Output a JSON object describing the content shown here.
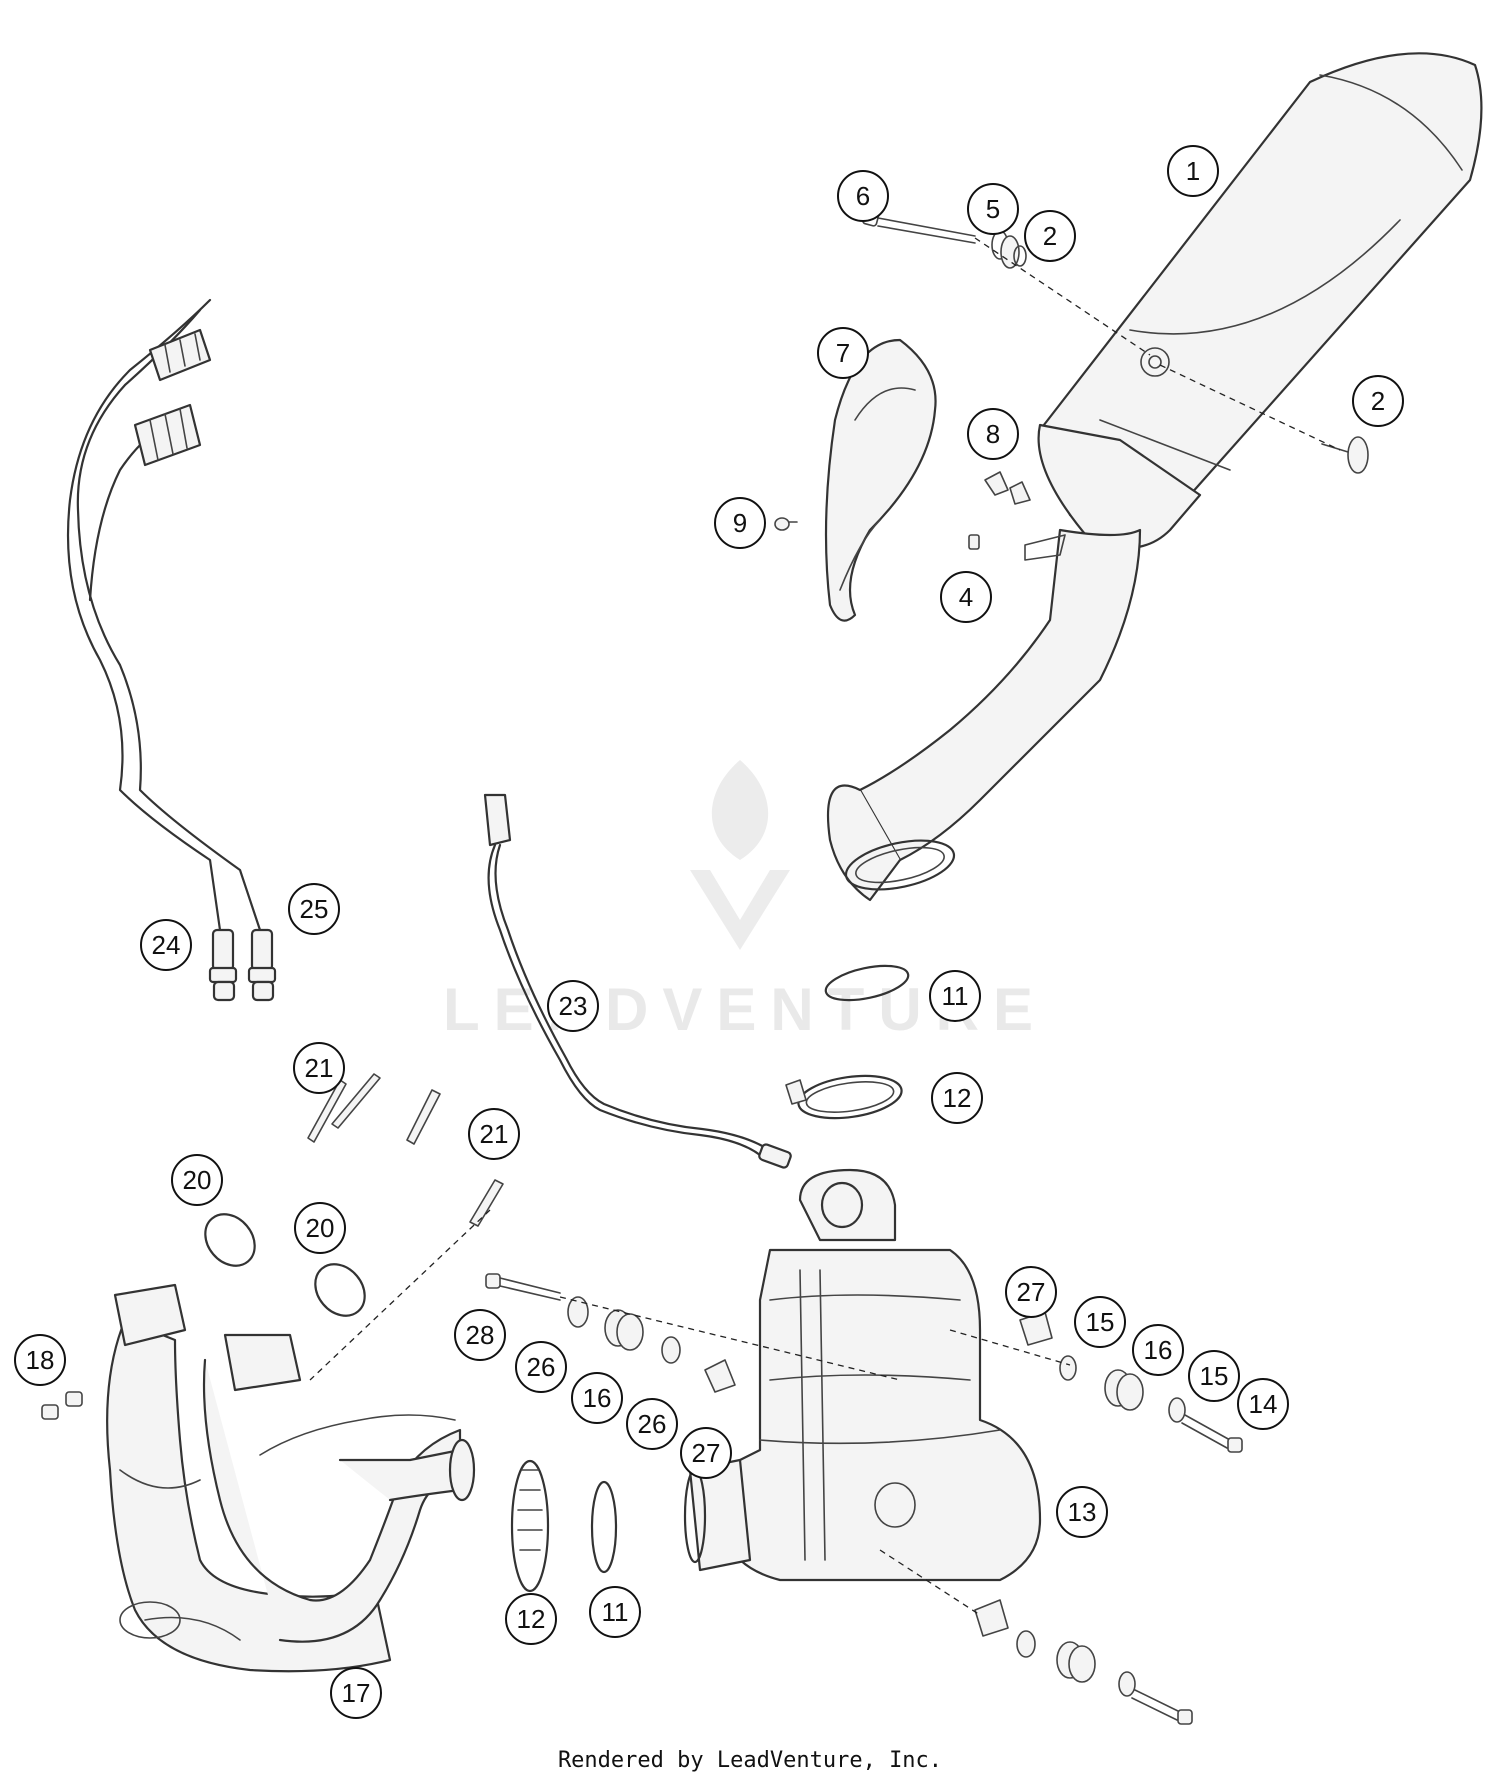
{
  "watermark": {
    "text": "LEADVENTURE"
  },
  "callouts": [
    {
      "id": "c1",
      "label": "1"
    },
    {
      "id": "c2a",
      "label": "2"
    },
    {
      "id": "c2b",
      "label": "2"
    },
    {
      "id": "c4",
      "label": "4"
    },
    {
      "id": "c5",
      "label": "5"
    },
    {
      "id": "c6",
      "label": "6"
    },
    {
      "id": "c7",
      "label": "7"
    },
    {
      "id": "c8",
      "label": "8"
    },
    {
      "id": "c9",
      "label": "9"
    },
    {
      "id": "c11a",
      "label": "11"
    },
    {
      "id": "c11b",
      "label": "11"
    },
    {
      "id": "c12a",
      "label": "12"
    },
    {
      "id": "c12b",
      "label": "12"
    },
    {
      "id": "c13",
      "label": "13"
    },
    {
      "id": "c14",
      "label": "14"
    },
    {
      "id": "c15a",
      "label": "15"
    },
    {
      "id": "c15b",
      "label": "15"
    },
    {
      "id": "c16a",
      "label": "16"
    },
    {
      "id": "c16b",
      "label": "16"
    },
    {
      "id": "c17",
      "label": "17"
    },
    {
      "id": "c18",
      "label": "18"
    },
    {
      "id": "c20a",
      "label": "20"
    },
    {
      "id": "c20b",
      "label": "20"
    },
    {
      "id": "c21a",
      "label": "21"
    },
    {
      "id": "c21b",
      "label": "21"
    },
    {
      "id": "c23",
      "label": "23"
    },
    {
      "id": "c24",
      "label": "24"
    },
    {
      "id": "c25",
      "label": "25"
    },
    {
      "id": "c26a",
      "label": "26"
    },
    {
      "id": "c26b",
      "label": "26"
    },
    {
      "id": "c27a",
      "label": "27"
    },
    {
      "id": "c27b",
      "label": "27"
    },
    {
      "id": "c28",
      "label": "28"
    }
  ],
  "footer": {
    "text": "Rendered by LeadVenture, Inc."
  }
}
